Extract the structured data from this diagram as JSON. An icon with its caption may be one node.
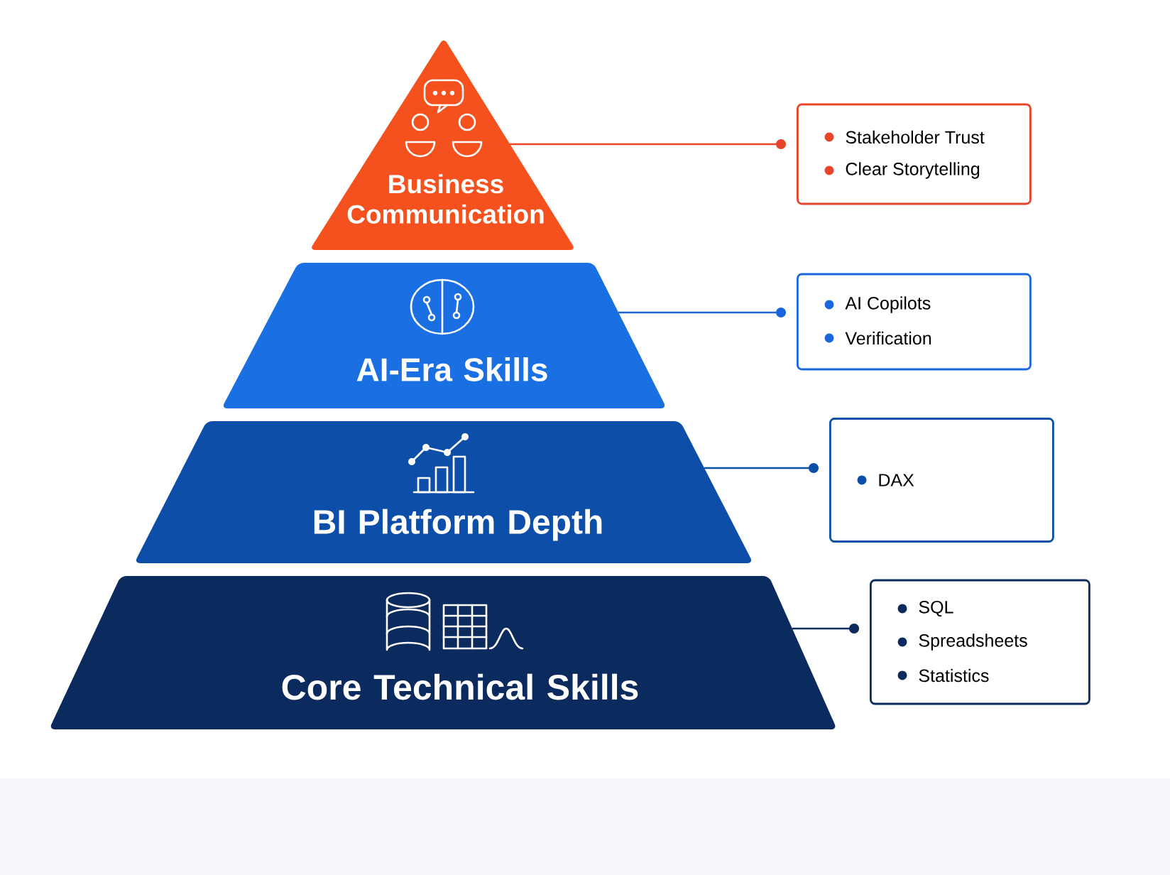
{
  "diagram": {
    "nodes": [
      {
        "text": [
          "Business Communication"
        ]
      },
      {
        "text": [
          "AI-Era Skills"
        ]
      },
      {
        "text": [
          "BI Platform Depth"
        ]
      },
      {
        "text": [
          "Core Technical Skills"
        ]
      },
      {
        "text": [
          "Stakeholder Trust",
          "Clear Storytelling"
        ]
      },
      {
        "text": [
          "AI Copilots",
          "Verification"
        ]
      },
      {
        "text": [
          "DAX"
        ]
      },
      {
        "text": [
          "SQL",
          "Spreadsheets",
          "Statistics"
        ]
      }
    ],
    "edges": [
      {
        "from": 0,
        "to": 4,
        "arrow": "other",
        "color": "#e8442a"
      },
      {
        "from": 1,
        "to": 5,
        "arrow": "other",
        "color": "#1a66dd"
      },
      {
        "from": 2,
        "to": 6,
        "arrow": "other",
        "color": "#0d4fa8"
      },
      {
        "from": 3,
        "to": 7,
        "arrow": "other",
        "color": "#0b2a5e"
      }
    ]
  }
}
